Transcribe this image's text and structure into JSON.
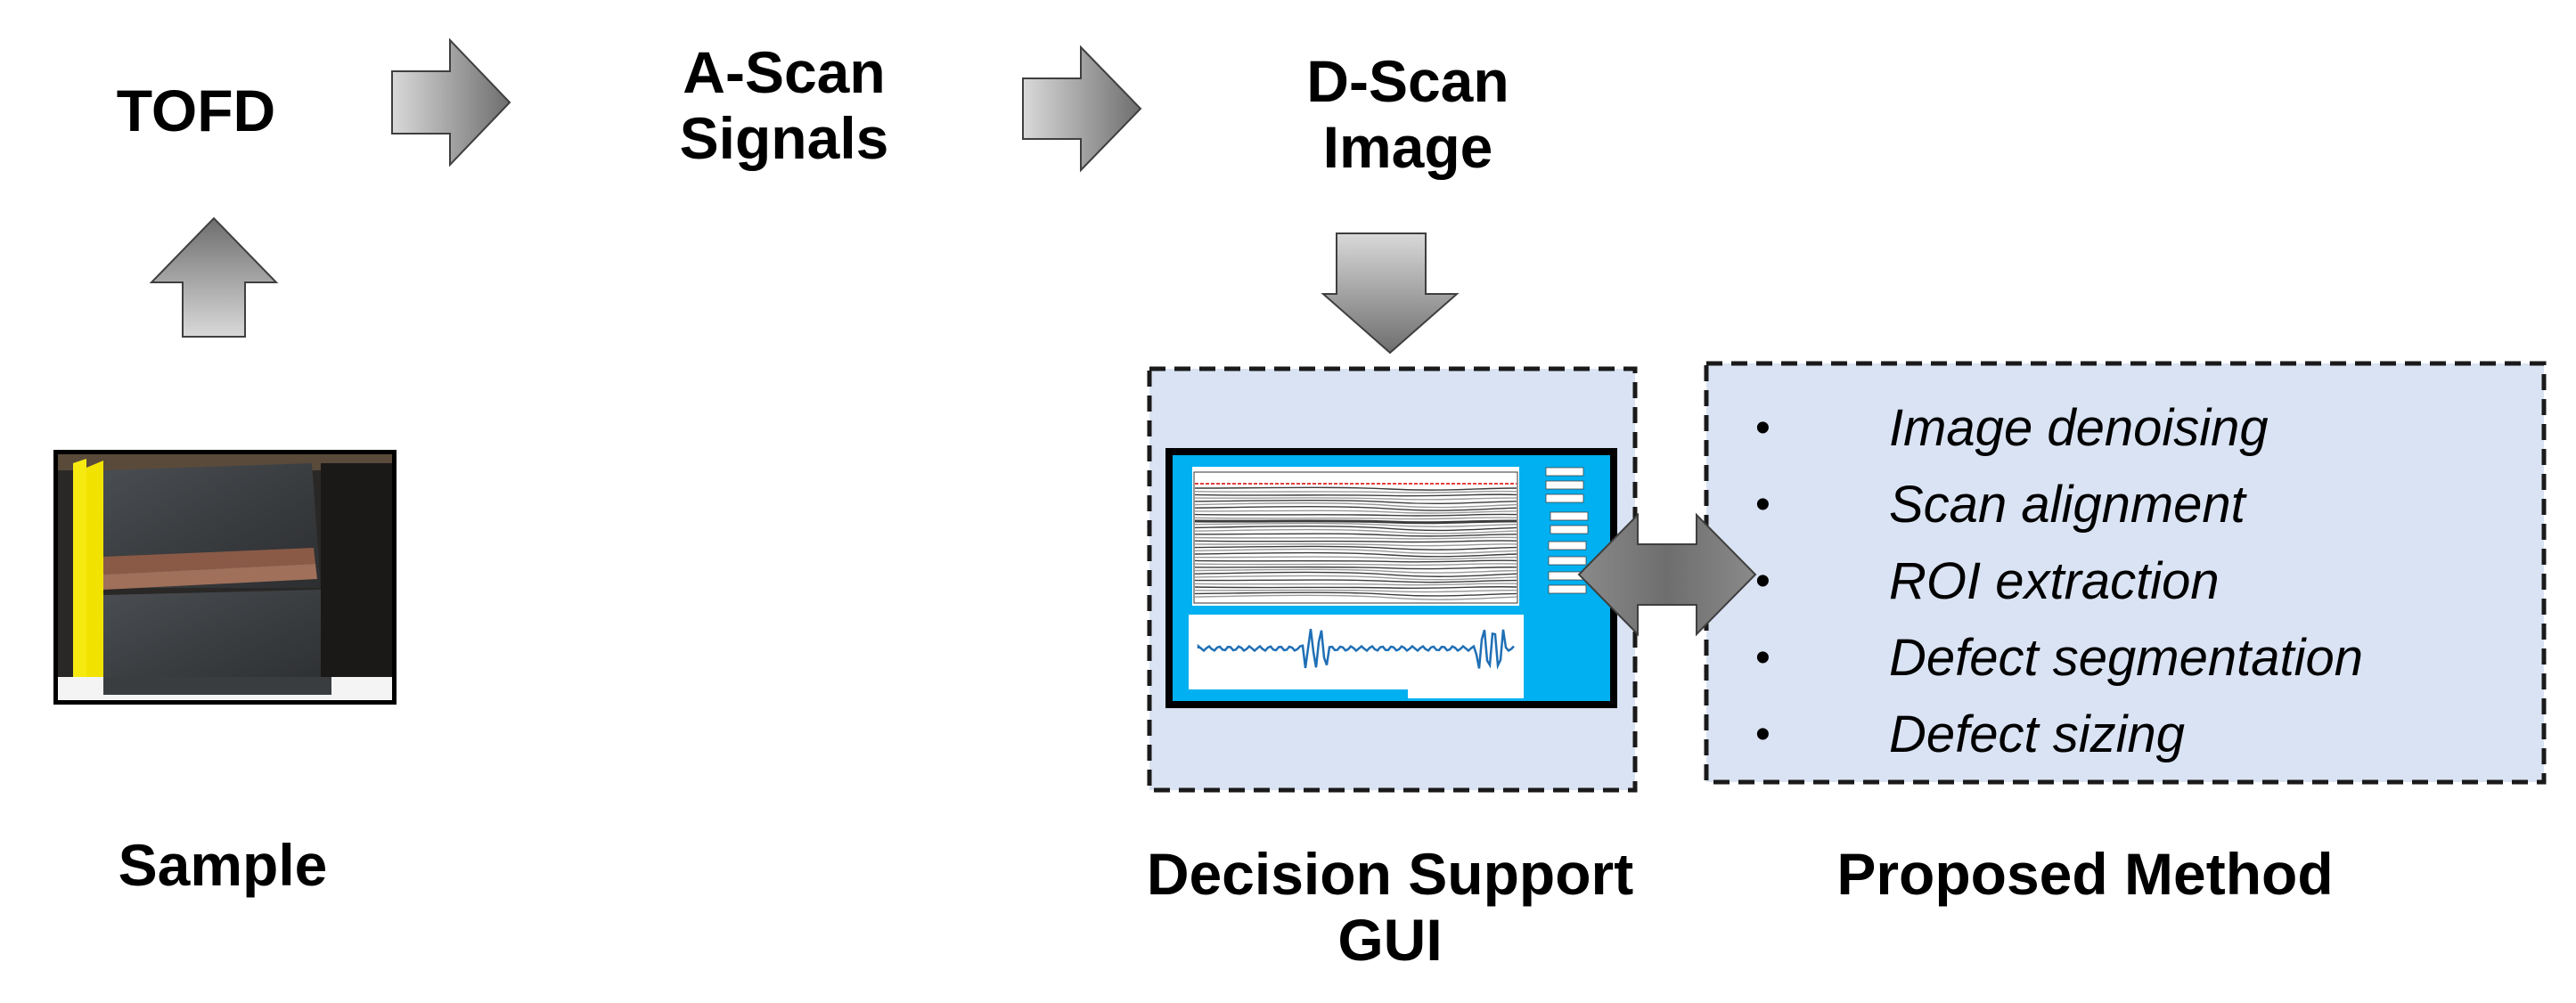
{
  "labels": {
    "tofd": "TOFD",
    "ascan_line1": "A-Scan",
    "ascan_line2": "Signals",
    "dscan_line1": "D-Scan",
    "dscan_line2": "Image",
    "sample": "Sample",
    "gui_line1": "Decision Support",
    "gui_line2": "GUI",
    "proposed": "Proposed Method"
  },
  "proposed_steps": [
    "Image denoising",
    "Scan alignment",
    "ROI extraction",
    "Defect segmentation",
    "Defect sizing"
  ],
  "colors": {
    "arrow_light": "#d9d9d9",
    "arrow_dark": "#6e6e6e",
    "panel_fill": "#dae3f3",
    "gui_screen": "#00b0f0",
    "plot_trace": "#1f6fb5",
    "reference_line": "#e04040"
  }
}
